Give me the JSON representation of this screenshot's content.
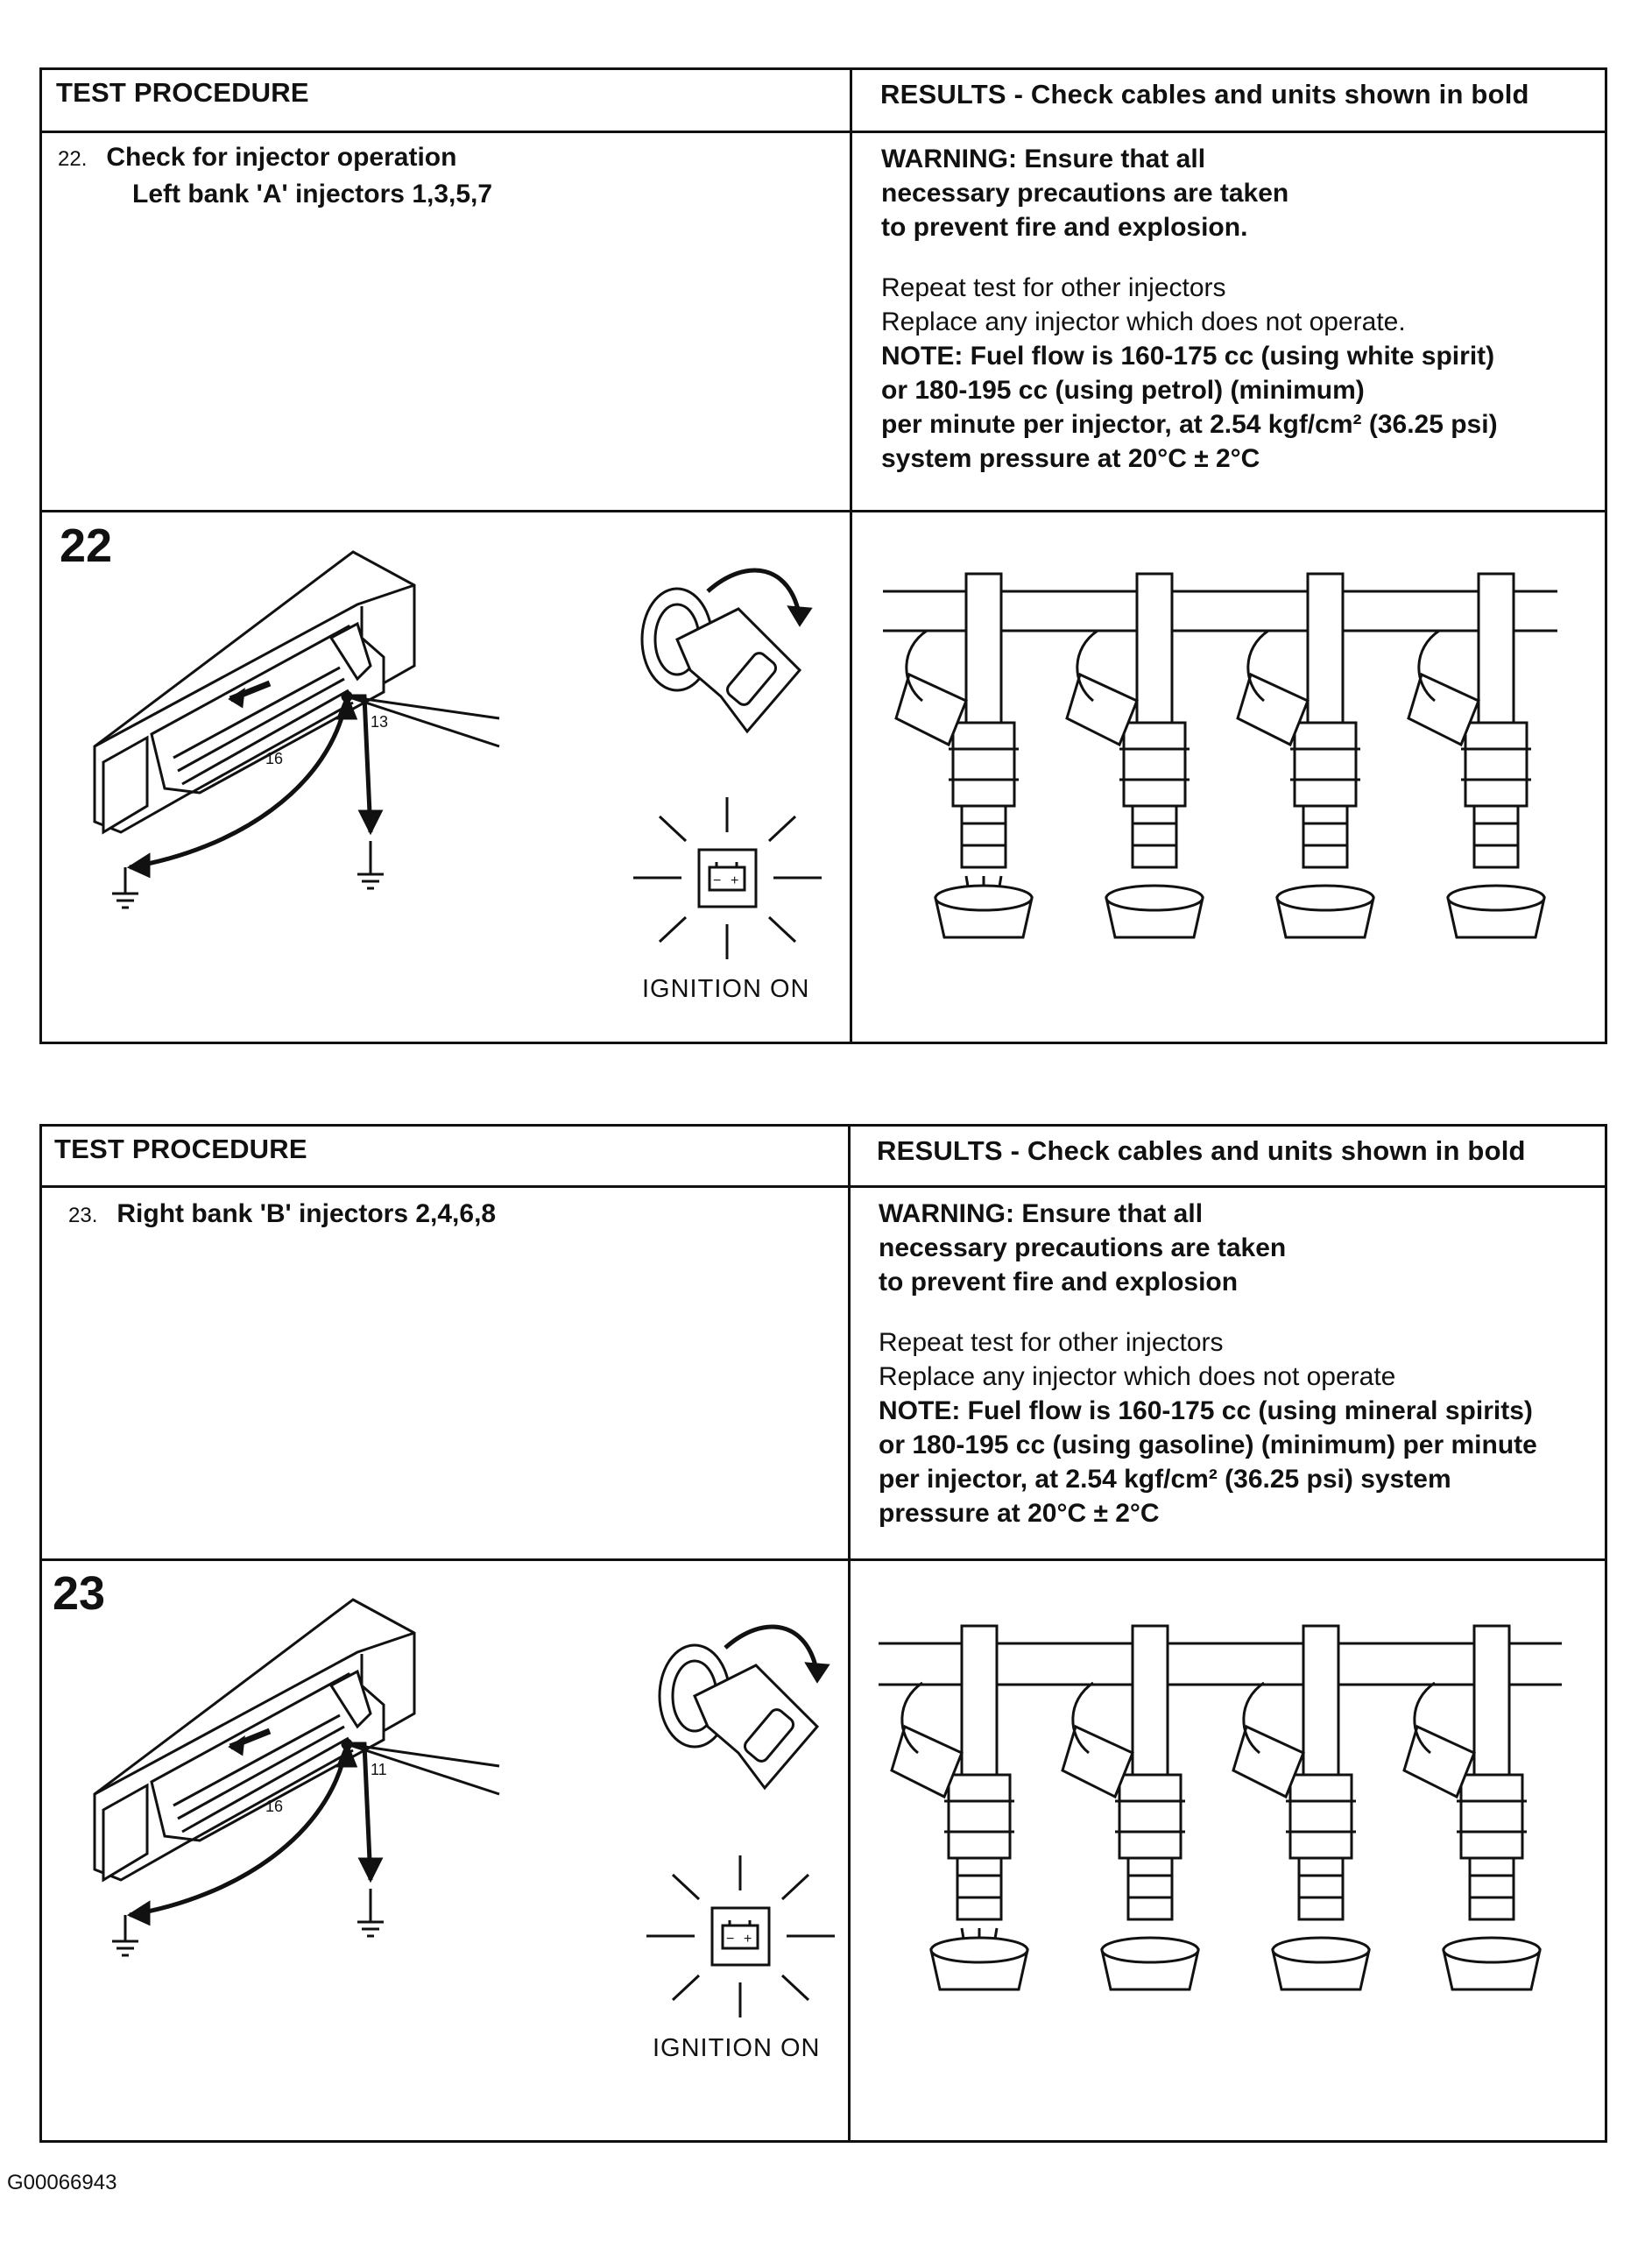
{
  "figure_code": "G00066943",
  "sections": [
    {
      "header_left": "TEST PROCEDURE",
      "header_right": "RESULTS - Check cables and units shown in bold",
      "step_number": "22.",
      "step_line1": "Check for injector operation",
      "step_line2": "Left bank 'A' injectors 1,3,5,7",
      "warning_lines": [
        "WARNING: Ensure that all",
        "necessary precautions are taken",
        "to prevent fire and explosion."
      ],
      "normal_lines": [
        "Repeat test for other injectors",
        "Replace any injector which does not operate."
      ],
      "note_lines": [
        "NOTE: Fuel flow is 160-175 cc (using white spirit)",
        "or 180-195 cc (using petrol) (minimum)",
        "per minute per injector, at 2.54 kgf/cm² (36.25 psi)",
        "system pressure at 20°C ± 2°C"
      ],
      "figure_number": "22",
      "pin_a": "13",
      "pin_b": "16",
      "ignition_label": "IGNITION ON"
    },
    {
      "header_left": "TEST PROCEDURE",
      "header_right": "RESULTS - Check cables and units shown in bold",
      "step_number": "23.",
      "step_line1": "Right bank 'B' injectors 2,4,6,8",
      "step_line2": "",
      "warning_lines": [
        "WARNING: Ensure that all",
        "necessary precautions are taken",
        "to prevent fire and explosion"
      ],
      "normal_lines": [
        "Repeat test for other injectors",
        "Replace any injector which does not operate"
      ],
      "note_lines": [
        "NOTE: Fuel flow is 160-175 cc (using mineral spirits)",
        "or 180-195 cc (using gasoline) (minimum) per minute",
        "per injector, at 2.54 kgf/cm² (36.25 psi) system",
        "pressure at 20°C ± 2°C"
      ],
      "figure_number": "23",
      "pin_a": "11",
      "pin_b": "16",
      "ignition_label": "IGNITION ON"
    }
  ]
}
